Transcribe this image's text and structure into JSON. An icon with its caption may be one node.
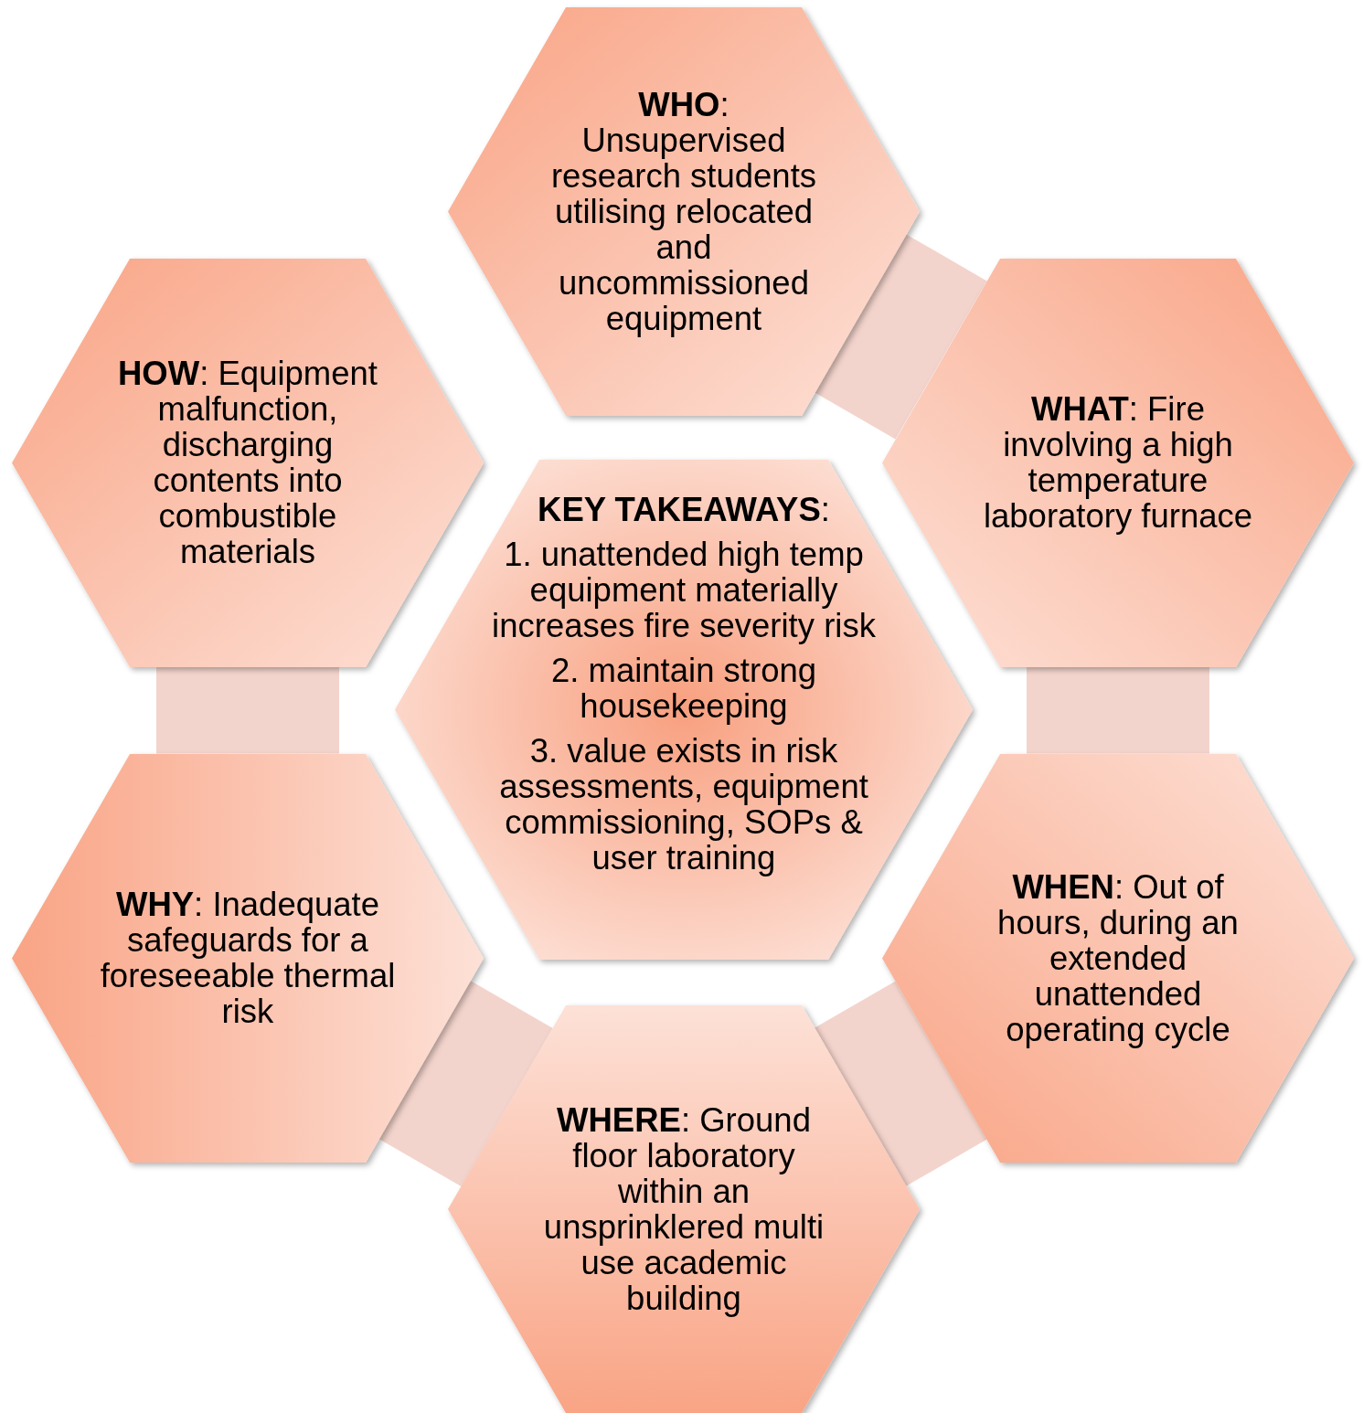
{
  "diagram": {
    "nodes": [
      {
        "text": [
          "**WHO**: Unsupervised research students utilising relocated and uncommissioned equipment"
        ]
      },
      {
        "text": [
          "**WHAT**: Fire involving a high temperature laboratory furnace"
        ]
      },
      {
        "text": [
          "**WHEN**: Out of hours, during an extended unattended operating cycle"
        ]
      },
      {
        "text": [
          "**WHERE**: Ground floor laboratory within an unsprinklered multi use academic building"
        ]
      },
      {
        "text": [
          "**WHY**: Inadequate safeguards for a foreseeable thermal risk"
        ]
      },
      {
        "text": [
          "**HOW**: Equipment malfunction, discharging contents into combustible materials"
        ]
      },
      {
        "text": [
          "**KEY TAKEAWAYS**:",
          "1. unattended high temp equipment materially increases fire severity risk",
          "2. maintain strong housekeeping",
          "3. value exists in risk assessments, equipment commissioning, SOPs & user training"
        ]
      }
    ],
    "edges": [
      {
        "from": 0,
        "to": 1,
        "arrow": "none"
      },
      {
        "from": 1,
        "to": 2,
        "arrow": "none"
      },
      {
        "from": 2,
        "to": 3,
        "arrow": "none"
      },
      {
        "from": 3,
        "to": 4,
        "arrow": "none"
      },
      {
        "from": 4,
        "to": 5,
        "arrow": "none"
      }
    ]
  }
}
